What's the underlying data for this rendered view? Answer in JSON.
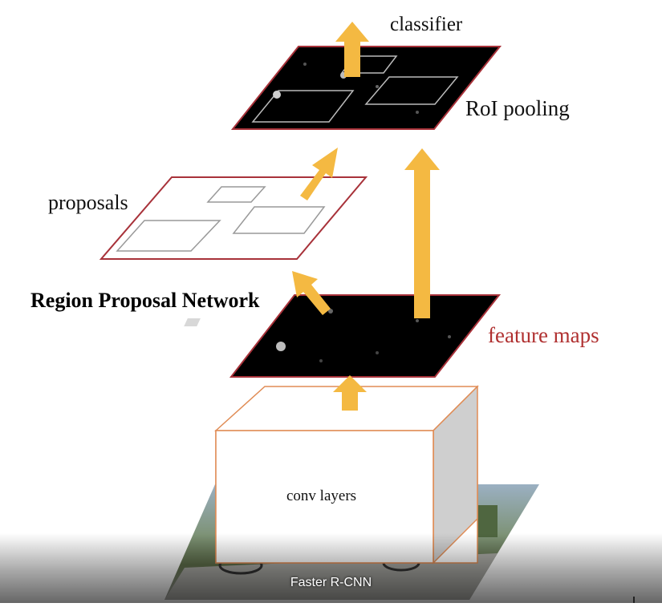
{
  "diagram": {
    "labels": {
      "classifier": "classifier",
      "roi_pooling": "RoI pooling",
      "proposals": "proposals",
      "rpn": "Region Proposal Network",
      "feature_maps": "feature maps",
      "conv_layers": "conv layers"
    },
    "colors": {
      "arrow": "#f4b942",
      "map_border": "#a8323a",
      "feature_label": "#b03030",
      "block_edge": "#e08c55",
      "block_side": "#cfcfcf"
    }
  },
  "video": {
    "caption": "Faster R-CNN"
  }
}
